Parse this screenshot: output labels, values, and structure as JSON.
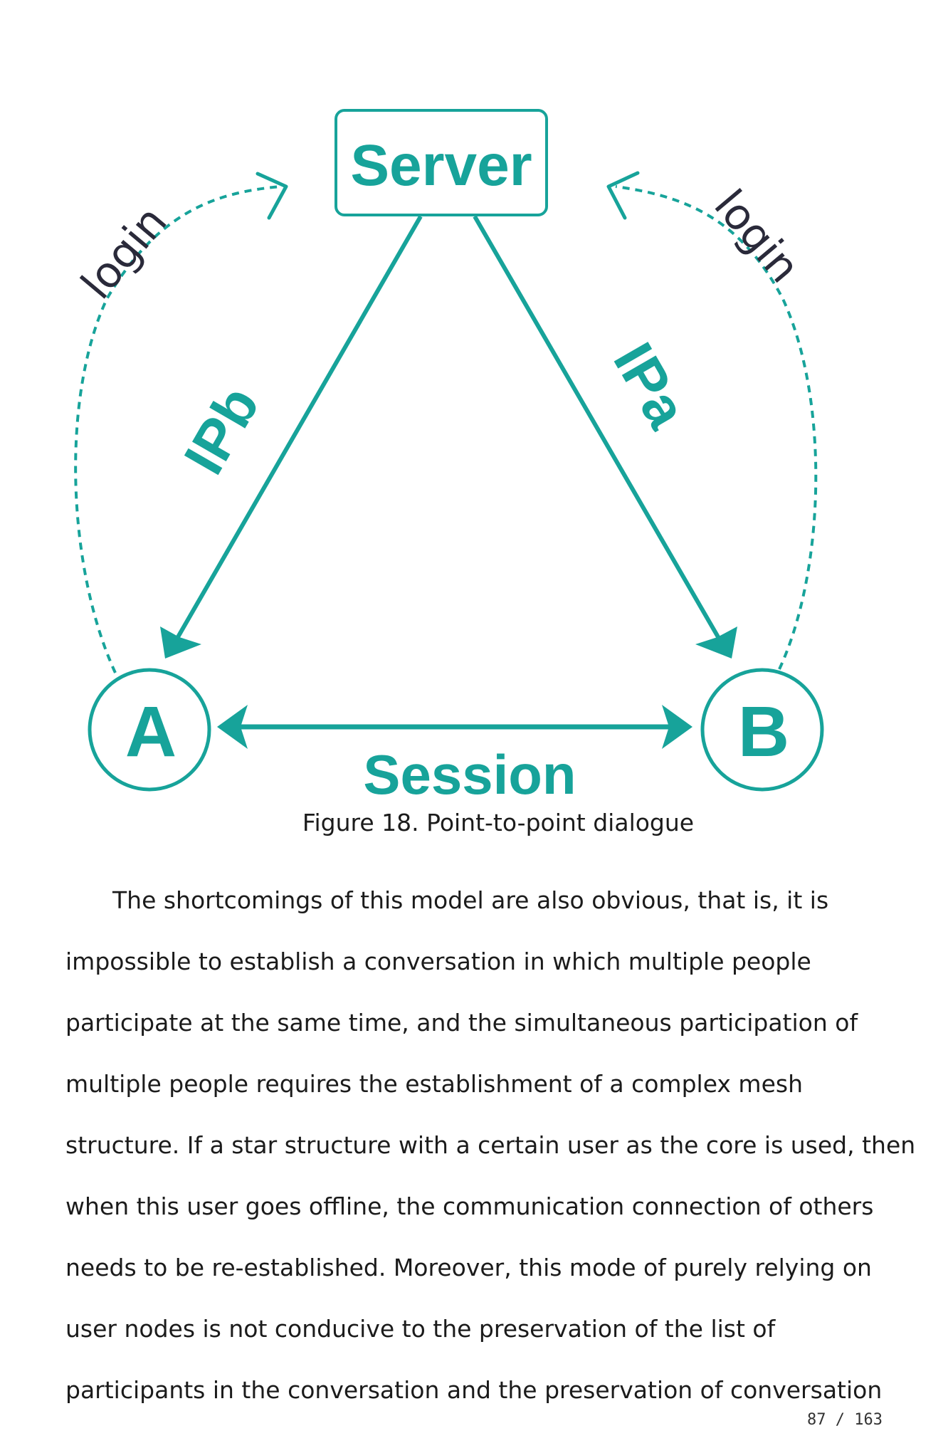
{
  "diagram": {
    "server_label": "Server",
    "node_a_label": "A",
    "node_b_label": "B",
    "session_label": "Session",
    "ipb_label": "IPb",
    "ipa_label": "IPa",
    "login_left_label": "login",
    "login_right_label": "login",
    "colors": {
      "teal": "#17a39a",
      "dark_label": "#2a2a3a"
    }
  },
  "caption": "Figure 18. Point-to-point dialogue",
  "body_lines": [
    "The shortcomings of this model are also obvious, that is, it is",
    "impossible to establish a conversation in which multiple people",
    "participate at the same time, and the simultaneous participation of",
    "multiple people requires the establishment of a complex mesh",
    "structure. If a star structure with a certain user as the core is used, then",
    "when this user goes offline, the communication connection of others",
    "needs to be re-established. Moreover, this mode of purely relying on",
    "user nodes is not conducive to the preservation of the list of",
    "participants in the conversation and the preservation of conversation"
  ],
  "page_number": "87 / 163"
}
